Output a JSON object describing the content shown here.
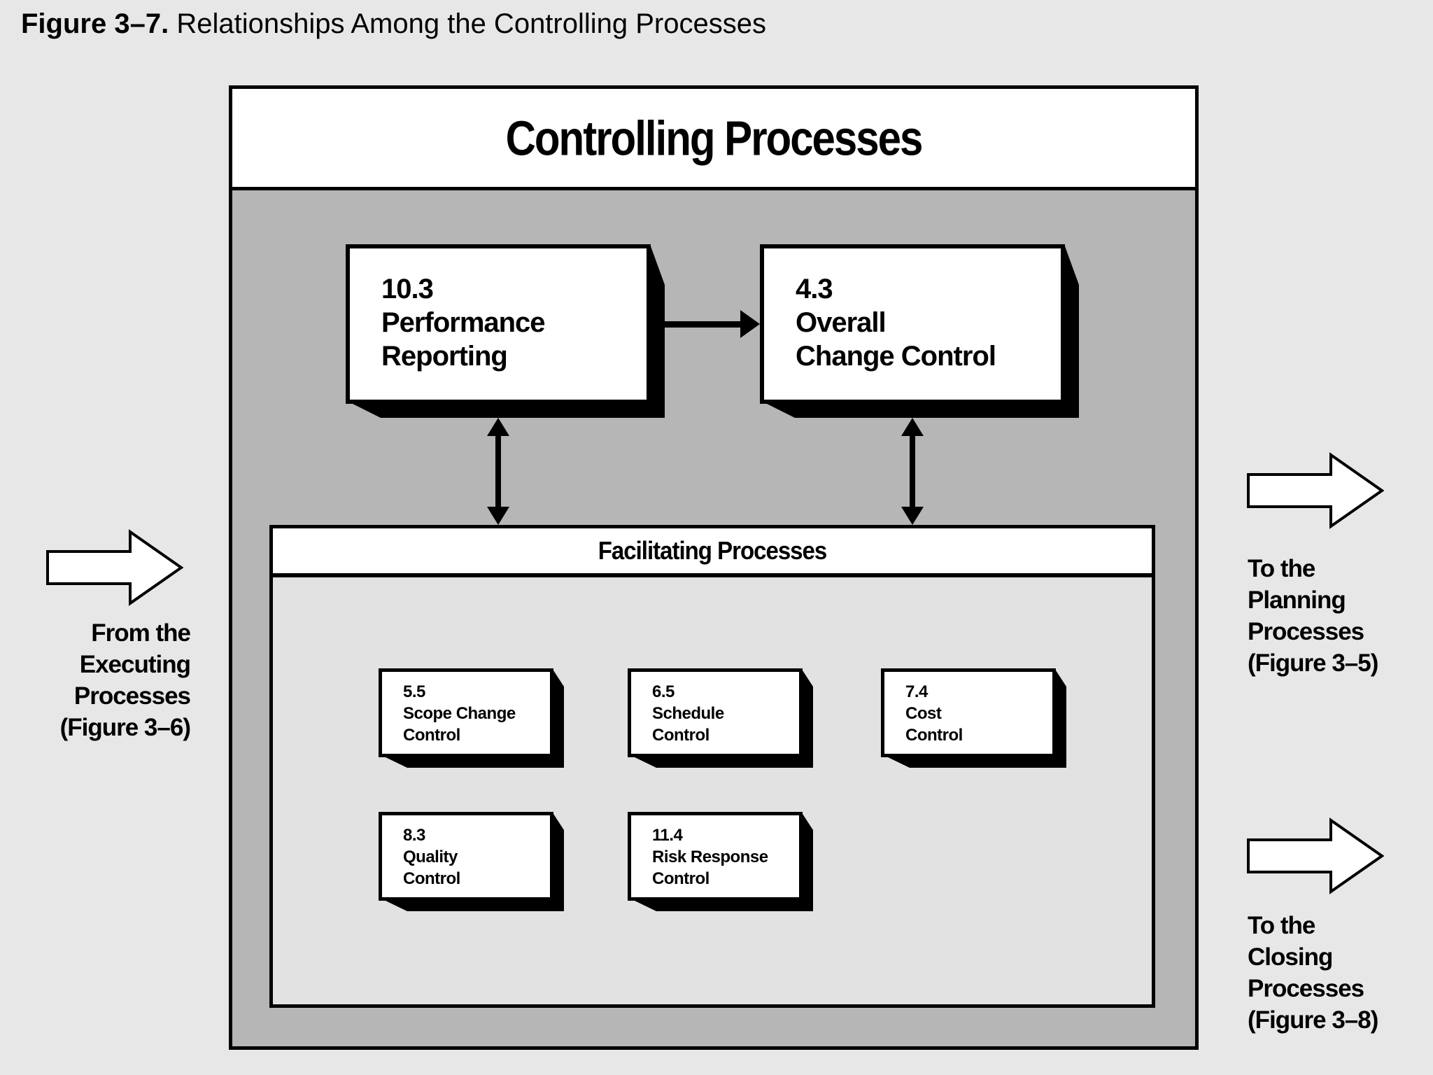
{
  "caption": {
    "label": "Figure 3–7.",
    "text": " Relationships Among the Controlling Processes"
  },
  "controlling": {
    "title": "Controlling Processes",
    "boxes": [
      {
        "number": "10.3",
        "lines": [
          "Performance",
          "Reporting"
        ]
      },
      {
        "number": "4.3",
        "lines": [
          "Overall",
          "Change Control"
        ]
      }
    ]
  },
  "facilitating": {
    "title": "Facilitating Processes",
    "boxes": [
      {
        "number": "5.5",
        "lines": [
          "Scope Change",
          "Control"
        ]
      },
      {
        "number": "6.5",
        "lines": [
          "Schedule",
          "Control"
        ]
      },
      {
        "number": "7.4",
        "lines": [
          "Cost",
          "Control"
        ]
      },
      {
        "number": "8.3",
        "lines": [
          "Quality",
          "Control"
        ]
      },
      {
        "number": "11.4",
        "lines": [
          "Risk Response",
          "Control"
        ]
      }
    ]
  },
  "annotations": {
    "from_executing": {
      "lines": [
        "From the",
        "Executing",
        "Processes",
        "(Figure 3–6)"
      ]
    },
    "to_planning": {
      "lines": [
        "To the",
        "Planning",
        "Processes",
        "(Figure 3–5)"
      ]
    },
    "to_closing": {
      "lines": [
        "To the",
        "Closing",
        "Processes",
        "(Figure 3–8)"
      ]
    }
  },
  "colors": {
    "page_bg": "#e7e7e7",
    "controlling_body": "#b6b6b6",
    "facilitating_body": "#e2e2e2",
    "box_fill": "#ffffff",
    "line": "#000000"
  }
}
